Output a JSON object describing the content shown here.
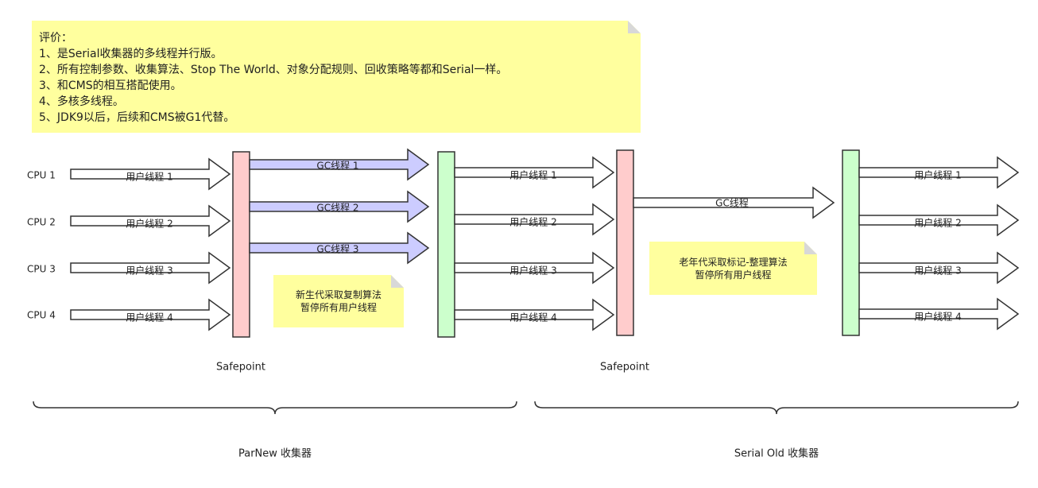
{
  "review": {
    "lines": [
      "评价：",
      "1、是Serial收集器的多线程并行版。",
      "2、所有控制参数、收集算法、Stop The World、对象分配规则、回收策略等都和Serial一样。",
      "3、和CMS的相互搭配使用。",
      "4、多核多线程。",
      "5、JDK9以后，后续和CMS被G1代替。"
    ]
  },
  "cpus": [
    "CPU 1",
    "CPU 2",
    "CPU 3",
    "CPU 4"
  ],
  "user_threads": [
    "用户线程 1",
    "用户线程 2",
    "用户线程 3",
    "用户线程 4"
  ],
  "parnew_gc_threads": [
    "GC线程 1",
    "GC线程 2",
    "GC线程 3"
  ],
  "serial_old_gc_thread": "GC线程",
  "young_note": {
    "lines": [
      "新生代采取复制算法",
      "暂停所有用户线程"
    ]
  },
  "old_note": {
    "lines": [
      "老年代采取标记-整理算法",
      "暂停所有用户线程"
    ]
  },
  "safepoint_label": "Safepoint",
  "collectors": {
    "parnew": "ParNew 收集器",
    "serial_old": "Serial Old 收集器"
  },
  "colors": {
    "note_yellow": "#ffff9e",
    "safepoint_red": "#ffcccc",
    "resume_green": "#ccffcc",
    "gc_arrow_purple": "#ccccff",
    "outline": "#333333"
  }
}
